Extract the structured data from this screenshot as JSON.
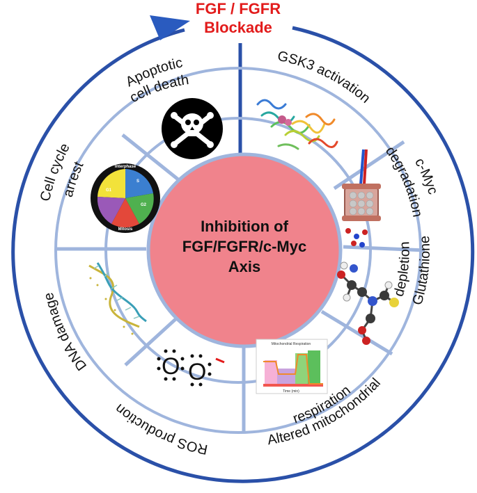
{
  "header": {
    "title_line1": "FGF / FGFR",
    "title_line2": "Blockade"
  },
  "center": {
    "line1": "Inhibition of",
    "line2": "FGF/FGFR/c-Myc",
    "line3": "Axis"
  },
  "segments": [
    {
      "id": "gsk3",
      "line1": "GSK3 activation",
      "line2": ""
    },
    {
      "id": "cmyc",
      "line1": "c-Myc",
      "line2": "degradation"
    },
    {
      "id": "glutathione",
      "line1": "Glutathione",
      "line2": "depletion"
    },
    {
      "id": "mito",
      "line1": "Altered mitochondrial",
      "line2": "respiration"
    },
    {
      "id": "ros",
      "line1": "ROS production",
      "line2": ""
    },
    {
      "id": "dna",
      "line1": "DNA damage",
      "line2": ""
    },
    {
      "id": "cellcycle",
      "line1": "Cell cycle",
      "line2": "arrest"
    },
    {
      "id": "apoptotic",
      "line1": "Apoptotic",
      "line2": "cell death"
    }
  ],
  "icons": {
    "skull": "skull-crossbones-icon",
    "protein": "protein-structure-icon",
    "proteasome": "proteasome-icon",
    "molecule": "glutathione-molecule-icon",
    "chart": "respiration-chart-icon",
    "ros": "superoxide-radical-icon",
    "dna": "dna-helix-icon",
    "cellcycle": "cell-cycle-icon"
  },
  "cell_cycle_icon": {
    "interphase": "Interphase",
    "g1": "G1",
    "s": "S",
    "g2": "G2",
    "mitosis": "Mitosis"
  },
  "mito_chart": {
    "title": "Mitochondrial Respiration",
    "xlabel": "Time (min)"
  },
  "colors": {
    "outer_ring": "#2a50a8",
    "spokes": "#9fb5dd",
    "center_fill": "#f0838c",
    "title_red": "#e21b1b",
    "arrow": "#2a5bbf"
  }
}
